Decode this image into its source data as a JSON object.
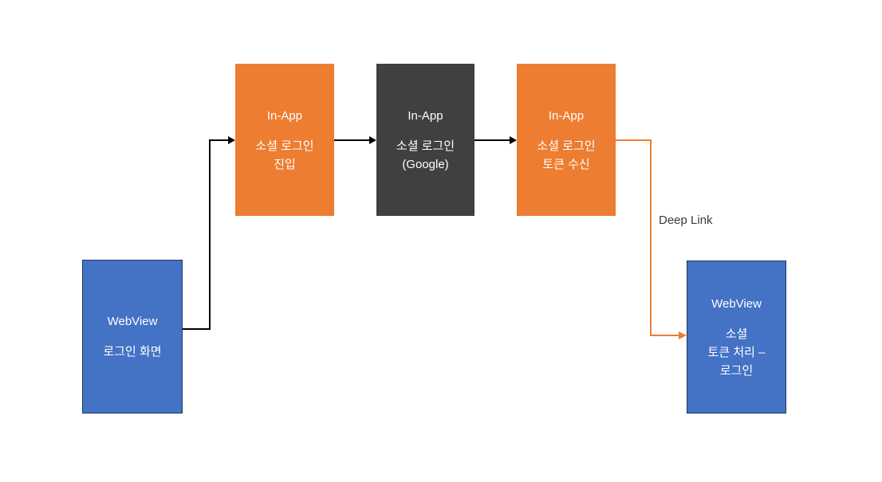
{
  "diagram": {
    "nodes": [
      {
        "id": "webview-login-screen",
        "title": "WebView",
        "lines": [
          "로그인 화면"
        ],
        "fill": "#4472C4",
        "border": "#203864",
        "text_color": "#FFFFFF"
      },
      {
        "id": "inapp-social-login-entry",
        "title": "In-App",
        "lines": [
          "소셜 로그인",
          "진입"
        ],
        "fill": "#ED7D31",
        "border": "#ED7D31",
        "text_color": "#FFFFFF"
      },
      {
        "id": "inapp-social-login-google",
        "title": "In-App",
        "lines": [
          "소셜 로그인",
          "(Google)"
        ],
        "fill": "#404040",
        "border": "#404040",
        "text_color": "#FFFFFF"
      },
      {
        "id": "inapp-token-receive",
        "title": "In-App",
        "lines": [
          "소셜 로그인",
          "토큰 수신"
        ],
        "fill": "#ED7D31",
        "border": "#ED7D31",
        "text_color": "#FFFFFF"
      },
      {
        "id": "webview-token-process-login",
        "title": "WebView",
        "lines": [
          "소셜",
          "토큰 처리 –",
          "로그인"
        ],
        "fill": "#4472C4",
        "border": "#203864",
        "text_color": "#FFFFFF"
      }
    ],
    "connectors": {
      "deep_link_label": "Deep Link",
      "black_color": "#000000",
      "orange_color": "#ED7D31"
    }
  }
}
